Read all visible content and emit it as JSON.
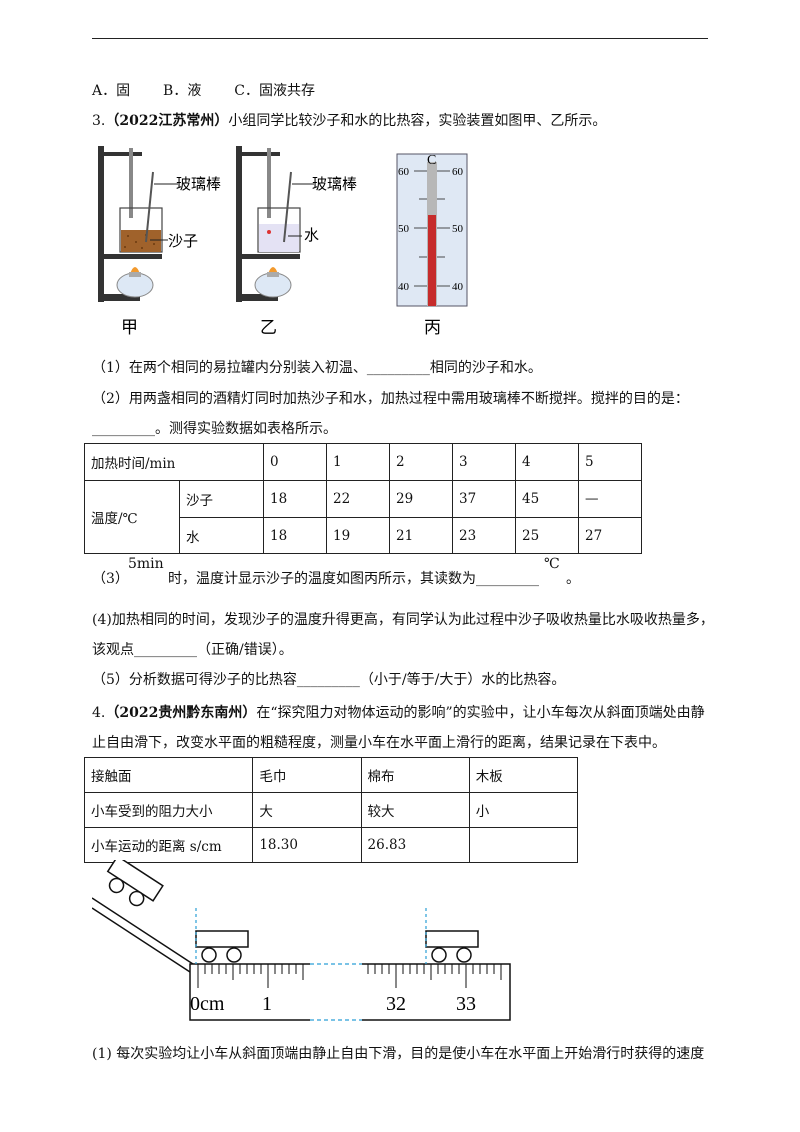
{
  "q2_options": {
    "a": "A．固",
    "b": "B．液",
    "c": "C．固液共存"
  },
  "q3": {
    "number": "3.",
    "source": "（2022江苏常州）",
    "stem": "小组同学比较沙子和水的比热容，实验装置如图甲、乙所示。",
    "figure": {
      "label_jia": "甲",
      "label_yi": "乙",
      "label_bing": "丙",
      "rod_label": "玻璃棒",
      "sand_label": "沙子",
      "water_label": "水",
      "thermo_unit": "C",
      "thermo_ticks": [
        "60",
        "50",
        "40"
      ],
      "thermo_reading_note": "liquid column"
    },
    "sub1": "（1）在两个相同的易拉罐内分别装入初温、_________相同的沙子和水。",
    "sub2_a": "（2）用两盏相同的酒精灯同时加热沙子和水，加热过程中需用玻璃棒不断搅拌。搅拌的目的是：",
    "sub2_b": "_________。测得实验数据如表格所示。",
    "table": {
      "time_header": "加热时间/min",
      "times": [
        "0",
        "1",
        "2",
        "3",
        "4",
        "5"
      ],
      "temp_header": "温度/℃",
      "rows": [
        {
          "name": "沙子",
          "values": [
            "18",
            "22",
            "29",
            "37",
            "45",
            "—"
          ]
        },
        {
          "name": "水",
          "values": [
            "18",
            "19",
            "21",
            "23",
            "25",
            "27"
          ]
        }
      ]
    },
    "sub3_prefix": "（3）",
    "sub3_time": "5min",
    "sub3_text": "时，温度计显示沙子的温度如图丙所示，其读数为_________",
    "sub3_unit": "℃",
    "sub3_end": "。",
    "sub4_a": "(4)加热相同的时间，发现沙子的温度升得更高，有同学认为此过程中沙子吸收热量比水吸收热量多，",
    "sub4_b": "该观点_________（正确/错误）。",
    "sub5": "（5）分析数据可得沙子的比热容_________（小于/等于/大于）水的比热容。"
  },
  "q4": {
    "number": "4.",
    "source": "（2022贵州黔东南州）",
    "stem_a": "在“探究阻力对物体运动的影响”的实验中，让小车每次从斜面顶端处由静",
    "stem_b": "止自由滑下，改变水平面的粗糙程度，测量小车在水平面上滑行的距离，结果记录在下表中。",
    "table": {
      "headers": [
        "接触面",
        "毛巾",
        "棉布",
        "木板"
      ],
      "rows": [
        [
          "小车受到的阻力大小",
          "大",
          "较大",
          "小"
        ],
        [
          "小车运动的距离 s/cm",
          "18.30",
          "26.83",
          ""
        ]
      ]
    },
    "figure": {
      "ruler_labels": [
        "0cm",
        "1",
        "32",
        "33"
      ]
    },
    "sub1": "(1) 每次实验均让小车从斜面顶端由静止自由下滑，目的是使小车在水平面上开始滑行时获得的速度"
  }
}
